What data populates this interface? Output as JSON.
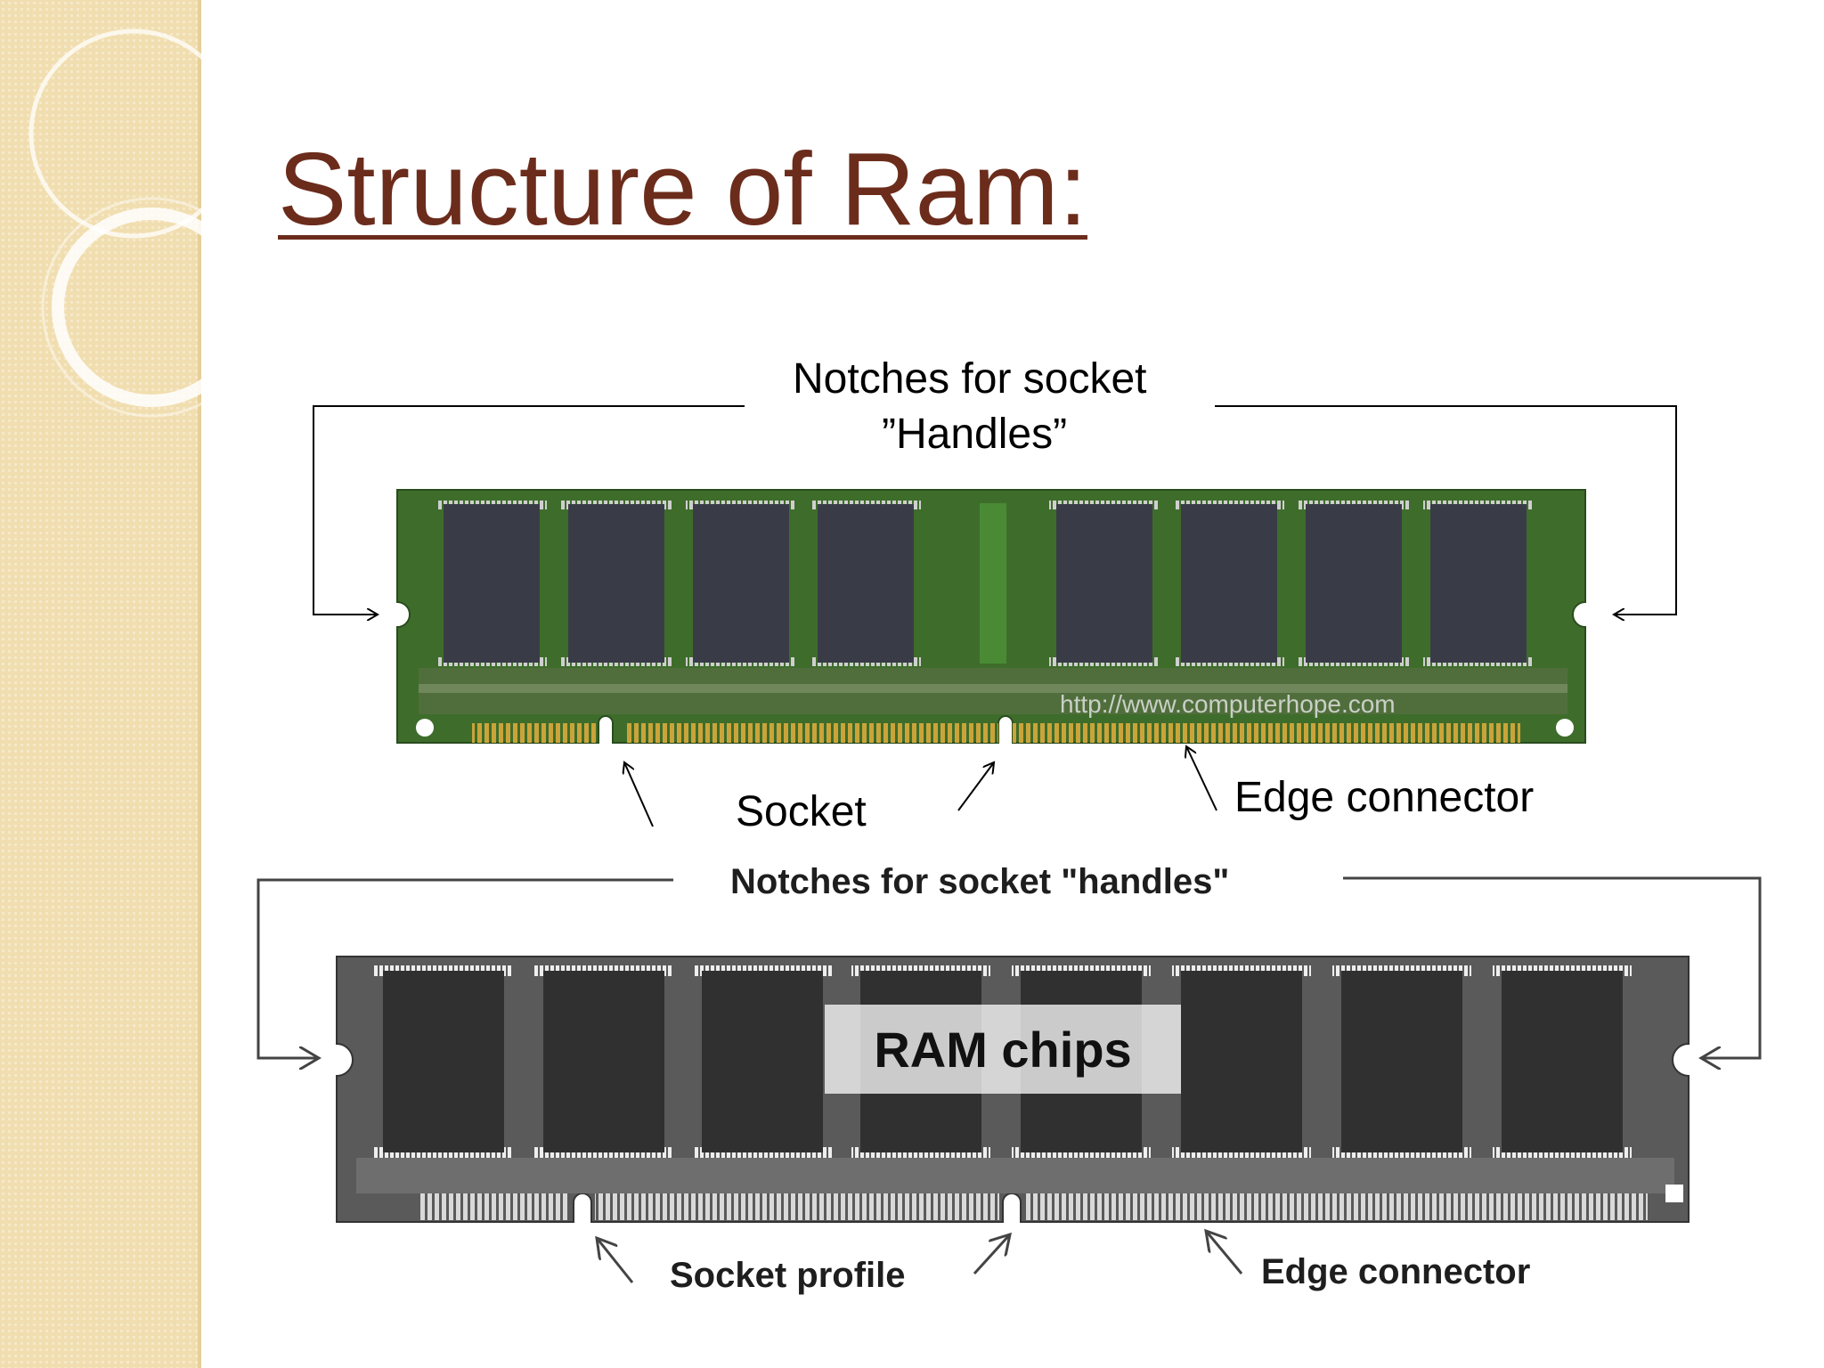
{
  "slide": {
    "title": "Structure of Ram:"
  },
  "top_diagram": {
    "notch_label_line1": "Notches for socket",
    "notch_label_line2": "”Handles”",
    "socket_label": "Socket",
    "edge_label": "Edge connector",
    "watermark": "http://www.computerhope.com",
    "colors": {
      "pcb": "#3d6b2a",
      "chip": "#3a3d48",
      "pins": "#c9a63e"
    }
  },
  "bottom_diagram": {
    "notch_label": "Notches for socket \"handles\"",
    "chips_label": "RAM chips",
    "socket_label": "Socket profile",
    "edge_label": "Edge connector"
  }
}
